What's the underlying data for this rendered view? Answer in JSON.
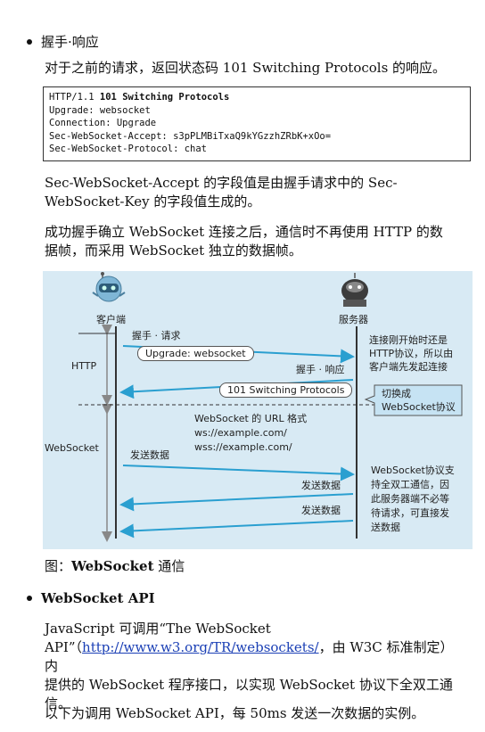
{
  "section1": {
    "bullet_title": "握手·响应",
    "intro": "对于之前的请求，返回状态码 101 Switching Protocols 的响应。"
  },
  "code": {
    "line1_prefix": "HTTP/1.1 ",
    "line1_bold": "101 Switching Protocols",
    "line2": "Upgrade: websocket",
    "line3": "Connection: Upgrade",
    "line4": "Sec-WebSocket-Accept: s3pPLMBiTxaQ9kYGzzhZRbK+xOo=",
    "line5": "Sec-WebSocket-Protocol: chat"
  },
  "para_accept": {
    "line1": "Sec-WebSocket-Accept 的字段值是由握手请求中的 Sec-",
    "line2": "WebSocket-Key 的字段值生成的。"
  },
  "para_connect": {
    "line1": "成功握手确立 WebSocket 连接之后，通信时不再使用 HTTP 的数",
    "line2": "据帧，而采用 WebSocket 独立的数据帧。"
  },
  "diagram": {
    "client_label": "客户端",
    "server_label": "服务器",
    "http_label": "HTTP",
    "websocket_label": "WebSocket",
    "handshake_request": "握手 · 请求",
    "upgrade_box": "Upgrade: websocket",
    "handshake_response": "握手 · 响应",
    "switching_box": "101 Switching Protocols",
    "note_connect": [
      "连接刚开始时还是",
      "HTTP协议，所以由",
      "客户端先发起连接"
    ],
    "switch_to": [
      "切换成",
      "WebSocket协议"
    ],
    "url_format": [
      "WebSocket 的 URL 格式",
      "ws://example.com/",
      "wss://example.com/"
    ],
    "send_data": "发送数据",
    "note_fullduplex": [
      "WebSocket协议支",
      "持全双工通信，因",
      "此服务器端不必等",
      "待请求，可直接发",
      "送数据"
    ]
  },
  "caption": {
    "prefix": "图：",
    "bold": "WebSocket",
    "suffix": " 通信"
  },
  "section2": {
    "bullet_title": "WebSocket API",
    "para_line1": "JavaScript 可调用“The WebSocket",
    "para_line2_prefix": "API”（",
    "para_link": "http://www.w3.org/TR/websockets/",
    "para_line2_suffix": "，由 W3C 标准制定）内",
    "para_line3": "提供的 WebSocket 程序接口，以实现 WebSocket 协议下全双工通",
    "para_line4": "信。",
    "example": "以下为调用 WebSocket API，每 50ms 发送一次数据的实例。"
  }
}
